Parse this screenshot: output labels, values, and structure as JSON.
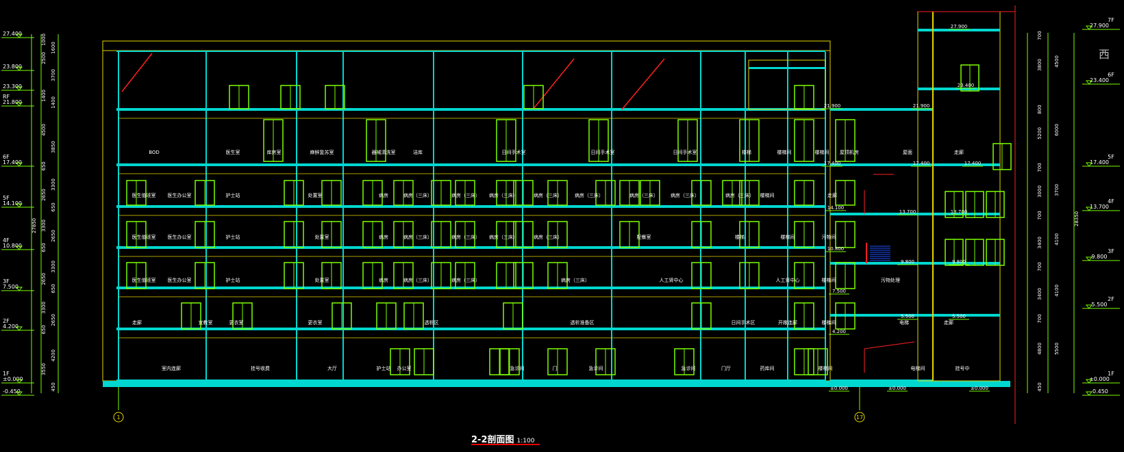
{
  "title": "2-2剖面图",
  "scale": "1:100",
  "compass_label": "西",
  "grid_labels": {
    "left": "1",
    "right": "17"
  },
  "colors": {
    "background": "#000000",
    "frame": "#e6d800",
    "slab": "#00d7d0",
    "door": "#7dff00",
    "text": "#ffffff",
    "red": "#ff2020",
    "dim": "#b0b0b0"
  },
  "left_levels": [
    {
      "tag": "",
      "value": "27.400"
    },
    {
      "tag": "",
      "value": "23.800"
    },
    {
      "tag": "",
      "value": "23.300"
    },
    {
      "tag": "RF",
      "value": "21.800"
    },
    {
      "tag": "6F",
      "value": "17.400"
    },
    {
      "tag": "5F",
      "value": "14.100"
    },
    {
      "tag": "4F",
      "value": "10.800"
    },
    {
      "tag": "3F",
      "value": "7.500"
    },
    {
      "tag": "2F",
      "value": "4.200"
    },
    {
      "tag": "1F",
      "value": "±0.000"
    },
    {
      "tag": "",
      "value": "-0.450"
    }
  ],
  "left_segments": [
    "1000",
    "1600",
    "2500",
    "3700",
    "1400",
    "1400",
    "4500",
    "3850",
    "650",
    "3300",
    "2650",
    "650",
    "3300",
    "2650",
    "650",
    "3300",
    "2650",
    "650",
    "3300",
    "2650",
    "650",
    "4200",
    "3550",
    "450"
  ],
  "left_total": "27850",
  "right_levels": [
    {
      "tag": "7F",
      "value": "27.900"
    },
    {
      "tag": "6F",
      "value": "23.400"
    },
    {
      "tag": "5F",
      "value": "17.400"
    },
    {
      "tag": "4F",
      "value": "13.700"
    },
    {
      "tag": "3F",
      "value": "9.800"
    },
    {
      "tag": "2F",
      "value": "5.500"
    },
    {
      "tag": "1F",
      "value": "±0.000"
    },
    {
      "tag": "",
      "value": "-0.450"
    }
  ],
  "right_segments": [
    "700",
    "3800",
    "4500",
    "800",
    "5200",
    "6000",
    "700",
    "3000",
    "3700",
    "700",
    "3400",
    "4100",
    "700",
    "3400",
    "4100",
    "700",
    "4800",
    "5500",
    "450"
  ],
  "right_total": "28350",
  "rooms": [
    {
      "text": "BOD"
    },
    {
      "text": "医生室"
    },
    {
      "text": "库房室"
    },
    {
      "text": "麻醉复苏室"
    },
    {
      "text": "器械清洗室"
    },
    {
      "text": "洁库"
    },
    {
      "text": "日间手术室"
    },
    {
      "text": "日间手术室"
    },
    {
      "text": "日间手术室"
    },
    {
      "text": "楼梯"
    },
    {
      "text": "楼梯间"
    },
    {
      "text": "楼梯间"
    },
    {
      "text": "屋顶机房"
    },
    {
      "text": "屋面"
    },
    {
      "text": "走廊"
    },
    {
      "text": "医生值班室"
    },
    {
      "text": "医生办公室"
    },
    {
      "text": "护士站"
    },
    {
      "text": "处置室"
    },
    {
      "text": "病房"
    },
    {
      "text": "病房（三床）"
    },
    {
      "text": "病房（三床）"
    },
    {
      "text": "病房（三床）"
    },
    {
      "text": "病房（三床）"
    },
    {
      "text": "病房（三床）"
    },
    {
      "text": "病房（三床）"
    },
    {
      "text": "病房（三床）"
    },
    {
      "text": "病房（三床）"
    },
    {
      "text": "楼梯间"
    },
    {
      "text": "走廊"
    },
    {
      "text": "医生值班室"
    },
    {
      "text": "医生办公室"
    },
    {
      "text": "护士站"
    },
    {
      "text": "处置室"
    },
    {
      "text": "病房"
    },
    {
      "text": "病房（三床）"
    },
    {
      "text": "病房（三床）"
    },
    {
      "text": "病房（三床）"
    },
    {
      "text": "病房（三床）"
    },
    {
      "text": "配餐室"
    },
    {
      "text": "楼梯"
    },
    {
      "text": "楼梯间"
    },
    {
      "text": "污物间"
    },
    {
      "text": "医生值班室"
    },
    {
      "text": "医生办公室"
    },
    {
      "text": "护士站"
    },
    {
      "text": "处置室"
    },
    {
      "text": "病房"
    },
    {
      "text": "病房（三床）"
    },
    {
      "text": "病房（三床）"
    },
    {
      "text": "病房（三床）"
    },
    {
      "text": "人工肾中心"
    },
    {
      "text": "人工肾中心"
    },
    {
      "text": "楼梯间"
    },
    {
      "text": "污物处理"
    },
    {
      "text": "走廊"
    },
    {
      "text": "宣教室"
    },
    {
      "text": "更衣室"
    },
    {
      "text": "更衣室"
    },
    {
      "text": "透析区"
    },
    {
      "text": "透析准备区"
    },
    {
      "text": "日间手术区"
    },
    {
      "text": "开敞连廊"
    },
    {
      "text": "楼梯间"
    },
    {
      "text": "电梯"
    },
    {
      "text": "走廊"
    },
    {
      "text": "室内连廊"
    },
    {
      "text": "挂号收费"
    },
    {
      "text": "大厅"
    },
    {
      "text": "护士站"
    },
    {
      "text": "办公室"
    },
    {
      "text": "急诊间"
    },
    {
      "text": "门"
    },
    {
      "text": "急诊间"
    },
    {
      "text": "急诊间"
    },
    {
      "text": "门厅"
    },
    {
      "text": "药库间"
    },
    {
      "text": "楼梯间"
    },
    {
      "text": "电梯间"
    },
    {
      "text": "挂号中"
    },
    {
      "text": "大厅"
    }
  ],
  "inner_levels": [
    "21.900",
    "21.900",
    "17.400",
    "17.400",
    "17.400",
    "14.100",
    "13.700",
    "13.700",
    "10.800",
    "9.800",
    "9.800",
    "7.500",
    "5.500",
    "5.500",
    "4.200",
    "±0.000",
    "±0.000",
    "±0.000",
    "27.900",
    "23.400"
  ]
}
